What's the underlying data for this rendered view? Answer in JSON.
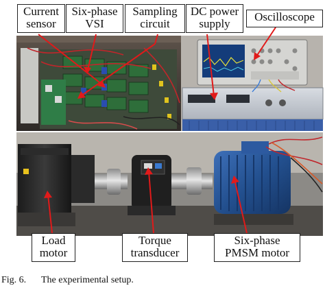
{
  "figure": {
    "labels": {
      "current_sensor": [
        "Current",
        "sensor"
      ],
      "six_phase_vsi": [
        "Six-phase",
        "VSI"
      ],
      "sampling_circuit": [
        "Sampling",
        "circuit"
      ],
      "dc_power_supply": [
        "DC power",
        "supply"
      ],
      "oscilloscope": [
        "Oscilloscope"
      ],
      "load_motor": [
        "Load",
        "motor"
      ],
      "torque_transducer": [
        "Torque",
        "transducer"
      ],
      "six_phase_pmsm_motor": [
        "Six-phase",
        "PMSM motor"
      ]
    },
    "caption": {
      "number": "Fig. 6.",
      "text": "The experimental setup."
    }
  },
  "colors": {
    "arrow": "#e11a1a",
    "callout_bg": "#ffffff",
    "callout_border": "#202020"
  }
}
